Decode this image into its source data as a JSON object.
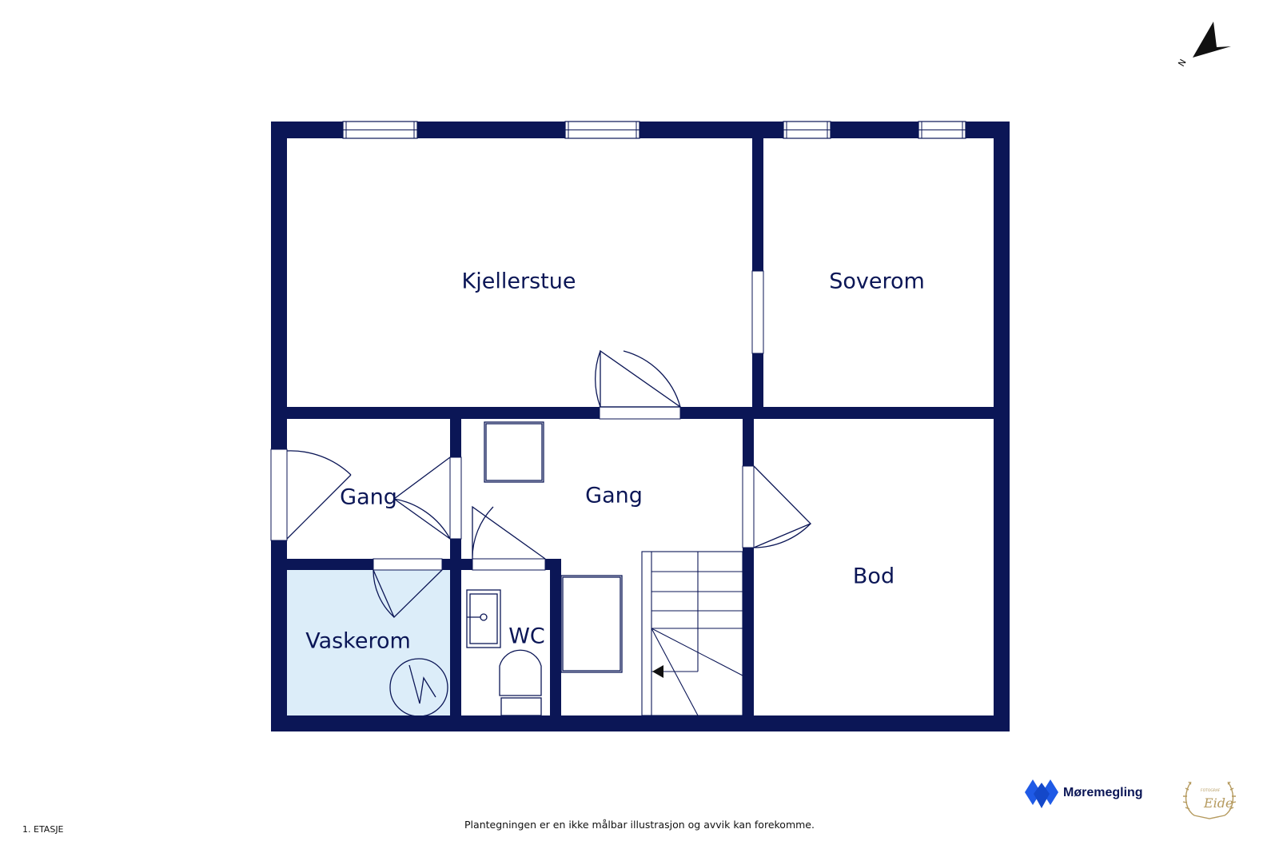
{
  "colors": {
    "wall": "#0b1656",
    "wet_room_fill": "#dcedf9",
    "background": "#ffffff",
    "logo_blue": "#1f5ae6",
    "photo_logo_gold": "#b59a5e"
  },
  "rooms": {
    "kjellerstue": "Kjellerstue",
    "soverom": "Soverom",
    "gang_left": "Gang",
    "gang_main": "Gang",
    "bod": "Bod",
    "vaskerom": "Vaskerom",
    "wc": "WC"
  },
  "compass": {
    "label": "N",
    "icon": "north-arrow-icon"
  },
  "footer": {
    "floor": "1. ETASJE",
    "disclaimer": "Plantegningen er en ikke målbar illustrasjon og avvik kan forekomme."
  },
  "brand": {
    "name": "Møremegling",
    "icon": "moremegling-logo-icon"
  },
  "photographer_logo": {
    "icon": "fotograf-eide-logo-icon",
    "text": "Eide"
  }
}
